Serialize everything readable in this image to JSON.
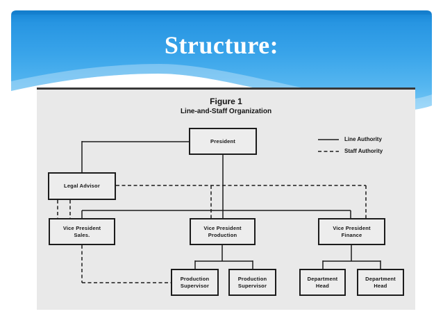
{
  "slide": {
    "title": "Structure:"
  },
  "figure": {
    "title": "Figure 1",
    "subtitle": "Line-and-Staff Organization",
    "legend": [
      {
        "style": "solid",
        "label": "Line Authority"
      },
      {
        "style": "dashed",
        "label": "Staff Authority"
      }
    ],
    "nodes": [
      {
        "id": "president",
        "lines": [
          "President",
          ""
        ]
      },
      {
        "id": "legal-advisor",
        "lines": [
          "Legal Advisor",
          ""
        ]
      },
      {
        "id": "vp-sales",
        "lines": [
          "Vice President",
          "Sales."
        ]
      },
      {
        "id": "vp-production",
        "lines": [
          "Vice President",
          "Production"
        ]
      },
      {
        "id": "vp-finance",
        "lines": [
          "Vice President",
          "Finance"
        ]
      },
      {
        "id": "production-supervisor-1",
        "lines": [
          "Production",
          "Supervisor"
        ]
      },
      {
        "id": "production-supervisor-2",
        "lines": [
          "Production",
          "Supervisor"
        ]
      },
      {
        "id": "department-head-1",
        "lines": [
          "Department",
          "Head"
        ]
      },
      {
        "id": "department-head-2",
        "lines": [
          "Department",
          "Head"
        ]
      }
    ],
    "colors": {
      "header_blue_top": "#1583d2",
      "header_blue_bottom": "#7ac9f6",
      "panel_background": "#e9e9e9",
      "connector_line": "#1b1b1b",
      "title_text": "#ffffff"
    }
  }
}
